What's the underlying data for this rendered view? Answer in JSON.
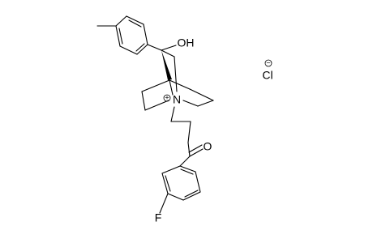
{
  "molecule": {
    "atoms": {
      "hydroxyl": "OH",
      "nitrogen": "N",
      "ketone_oxygen": "O",
      "fluorine": "F",
      "chloride": "Cl"
    },
    "charges": {
      "nitrogen": "+",
      "chloride": "−"
    }
  }
}
